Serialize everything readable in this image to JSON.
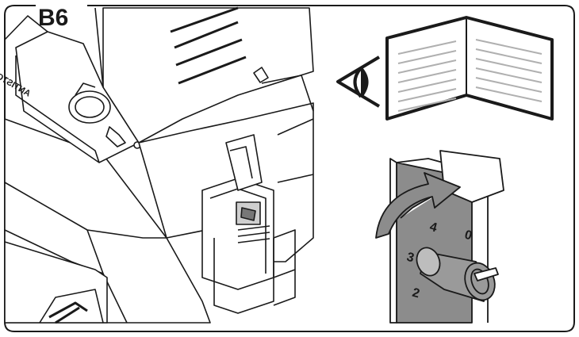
{
  "step": {
    "label": "B6"
  },
  "machine": {
    "antistone_label": "ANTISTONE"
  },
  "dial": {
    "numbers": [
      "4",
      "0",
      "3",
      "2"
    ]
  },
  "colors": {
    "line": "#1a1a1a",
    "panel_gray": "#8c8c8c",
    "knob_gray": "#9a9a9a",
    "booklet_line": "#b0b0b0"
  }
}
